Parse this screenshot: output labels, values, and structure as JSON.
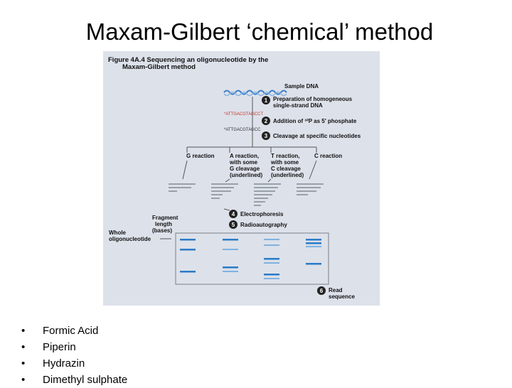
{
  "slide": {
    "title": "Maxam-Gilbert ‘chemical’ method"
  },
  "figure": {
    "header_line1": "Figure 4A.4  Sequencing an oligonucleotide by the",
    "header_line2": "Maxam-Gilbert method",
    "sample_dna": "Sample DNA",
    "steps": [
      {
        "num": "1",
        "line1": "Preparation of homogeneous",
        "line2": "single-strand DNA"
      },
      {
        "num": "2",
        "line1": "Addition of ³²P as 5′ phosphate",
        "line2": ""
      },
      {
        "num": "3",
        "line1": "Cleavage at specific nucleotides",
        "line2": ""
      },
      {
        "num": "4",
        "line1": "Electrophoresis",
        "line2": ""
      },
      {
        "num": "5",
        "line1": "Radioautography",
        "line2": ""
      },
      {
        "num": "6",
        "line1": "Read",
        "line2": "sequence"
      }
    ],
    "seq_labeled": "*ATTGACGTAGCCT",
    "seq_unlabeled": "*ATTGACGTAGCC",
    "reactions": [
      {
        "line1": "G reaction",
        "line2": "",
        "line3": ""
      },
      {
        "line1": "A reaction,",
        "line2": "with some",
        "line3": "G cleavage",
        "line4": "(underlined)"
      },
      {
        "line1": "T reaction,",
        "line2": "with some",
        "line3": "C cleavage",
        "line4": "(underlined)"
      },
      {
        "line1": "C reaction",
        "line2": "",
        "line3": ""
      }
    ],
    "fragment_label_1": "Fragment",
    "fragment_label_2": "length",
    "fragment_label_3": "(bases)",
    "whole_label_1": "Whole",
    "whole_label_2": "oligonucleotide"
  },
  "bullets": [
    {
      "marker": "•",
      "text": "Formic Acid"
    },
    {
      "marker": "•",
      "text": "Piperin"
    },
    {
      "marker": "•",
      "text": "Hydrazin"
    },
    {
      "marker": "•",
      "text": "Dimethyl sulphate"
    }
  ],
  "colors": {
    "figure_bg": "#dde1ea",
    "band_blue": "#2a7bc8",
    "step_circle": "#222222",
    "sequence_red": "#c0392b"
  }
}
